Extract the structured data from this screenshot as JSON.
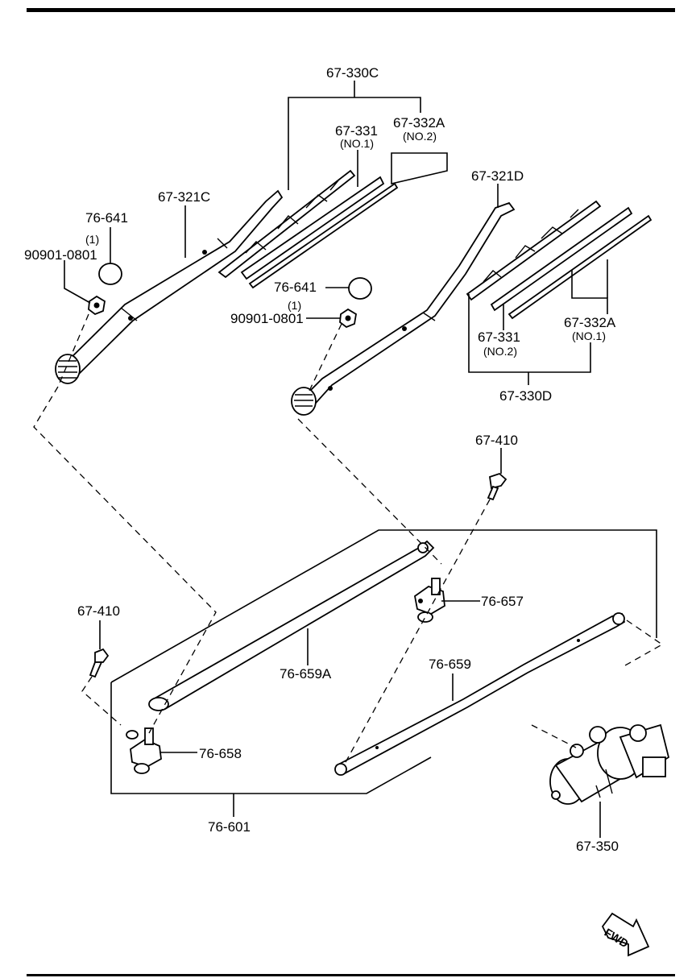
{
  "labels": {
    "assy_c": "67-330C",
    "blade_no1": "67-331",
    "blade_no1_sub": "(NO.1)",
    "refill_no2": "67-332A",
    "refill_no2_sub": "(NO.2)",
    "arm_c": "67-321C",
    "cap_left": "76-641",
    "qty_left": "(1)",
    "nut_left": "90901-0801",
    "arm_d": "67-321D",
    "cap_right": "76-641",
    "qty_right": "(1)",
    "nut_right": "90901-0801",
    "blade_no2": "67-331",
    "blade_no2_sub": "(NO.2)",
    "refill_no1": "67-332A",
    "refill_no1_sub": "(NO.1)",
    "assy_d": "67-330D",
    "bolt_right": "67-410",
    "pivot_right": "76-657",
    "bolt_left": "67-410",
    "link_a": "76-659A",
    "link_b": "76-659",
    "pivot_left": "76-658",
    "linkage_assy": "76-601",
    "motor": "67-350",
    "fwd": "FWD"
  },
  "colors": {
    "line": "#000000",
    "background": "#ffffff"
  }
}
